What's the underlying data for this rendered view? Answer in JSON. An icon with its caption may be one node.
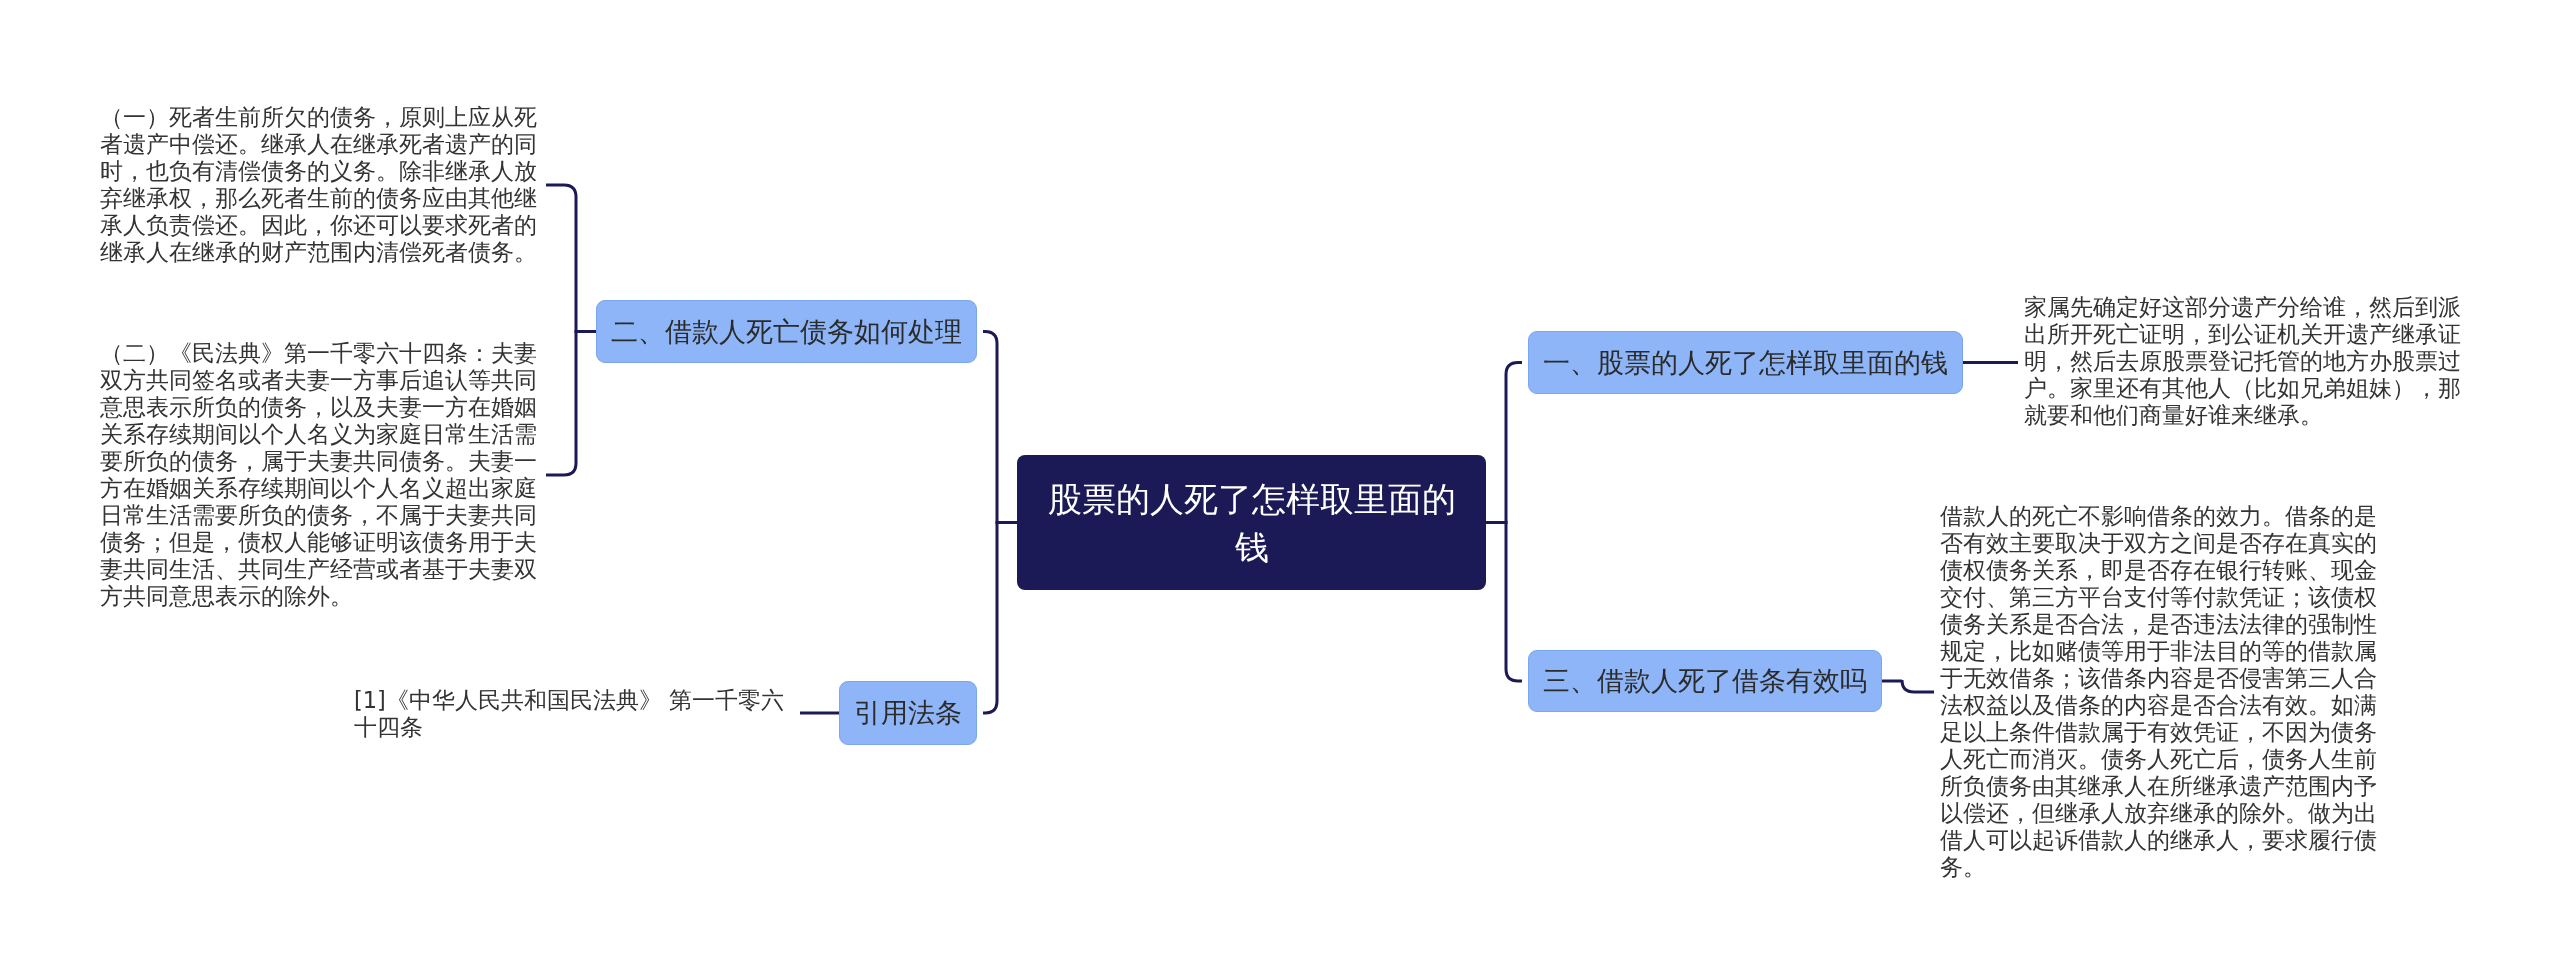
{
  "diagram": {
    "nodes": [
      {
        "text": [
          "股票的人死了怎样取里面的钱"
        ]
      },
      {
        "text": [
          "二、借款人死亡债务如何处理"
        ]
      },
      {
        "text": [
          "（一）死者生前所欠的债务，原则上应从死者遗产中偿还。继承人在继承死者遗产的同时，也负有清偿债务的义务。除非继承人放弃继承权，那么死者生前的债务应由其他继承人负责偿还。因此，你还可以要求死者的继承人在继承的财产范围内清偿死者债务。"
        ]
      },
      {
        "text": [
          "（二）《民法典》第一千零六十四条：夫妻双方共同签名或者夫妻一方事后追认等共同意思表示所负的债务，以及夫妻一方在婚姻关系存续期间以个人名义为家庭日常生活需要所负的债务，属于夫妻共同债务。夫妻一方在婚姻关系存续期间以个人名义超出家庭日常生活需要所负的债务，不属于夫妻共同债务；但是，债权人能够证明该债务用于夫妻共同生活、共同生产经营或者基于夫妻双方共同意思表示的除外。"
        ]
      },
      {
        "text": [
          "引用法条"
        ]
      },
      {
        "text": [
          "[1]《中华人民共和国民法典》 第一千零六十四条"
        ]
      },
      {
        "text": [
          "一、股票的人死了怎样取里面的钱"
        ]
      },
      {
        "text": [
          "家属先确定好这部分遗产分给谁，然后到派出所开死亡证明，到公证机关开遗产继承证明，然后去原股票登记托管的地方办股票过户。家里还有其他人（比如兄弟姐妹），那就要和他们商量好谁来继承。"
        ]
      },
      {
        "text": [
          "三、借款人死了借条有效吗"
        ]
      },
      {
        "text": [
          "借款人的死亡不影响借条的效力。借条的是否有效主要取决于双方之间是否存在真实的债权债务关系，即是否存在银行转账、现金交付、第三方平台支付等付款凭证；该债权债务关系是否合法，是否违法法律的强制性规定，比如赌债等用于非法目的等的借款属于无效借条；该借条内容是否侵害第三人合法权益以及借条的内容是否合法有效。如满足以上条件借款属于有效凭证，不因为债务人死亡而消灭。债务人死亡后，债务人生前所负债务由其继承人在所继承遗产范围内予以偿还，但继承人放弃继承的除外。做为出借人可以起诉借款人的继承人，要求履行债务。"
        ]
      }
    ],
    "edges": [
      {
        "from": 0,
        "to": 1,
        "arrow": "none"
      },
      {
        "from": 1,
        "to": 2,
        "arrow": "none"
      },
      {
        "from": 1,
        "to": 3,
        "arrow": "none"
      },
      {
        "from": 0,
        "to": 4,
        "arrow": "none"
      },
      {
        "from": 4,
        "to": 5,
        "arrow": "none"
      },
      {
        "from": 0,
        "to": 6,
        "arrow": "none"
      },
      {
        "from": 6,
        "to": 7,
        "arrow": "none"
      },
      {
        "from": 0,
        "to": 8,
        "arrow": "none"
      },
      {
        "from": 8,
        "to": 9,
        "arrow": "none"
      }
    ]
  }
}
